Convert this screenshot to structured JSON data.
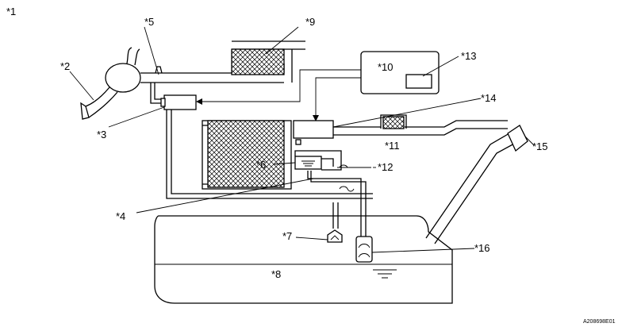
{
  "figure_label": "*1",
  "callouts": {
    "c2": "*2",
    "c3": "*3",
    "c4": "*4",
    "c5": "*5",
    "c6": "*6",
    "c7": "*7",
    "c8": "*8",
    "c9": "*9",
    "c10": "*10",
    "c11": "*11",
    "c12": "*12",
    "c13": "*13",
    "c14": "*14",
    "c15": "*15",
    "c16": "*16"
  },
  "image_code": "A208698E01"
}
